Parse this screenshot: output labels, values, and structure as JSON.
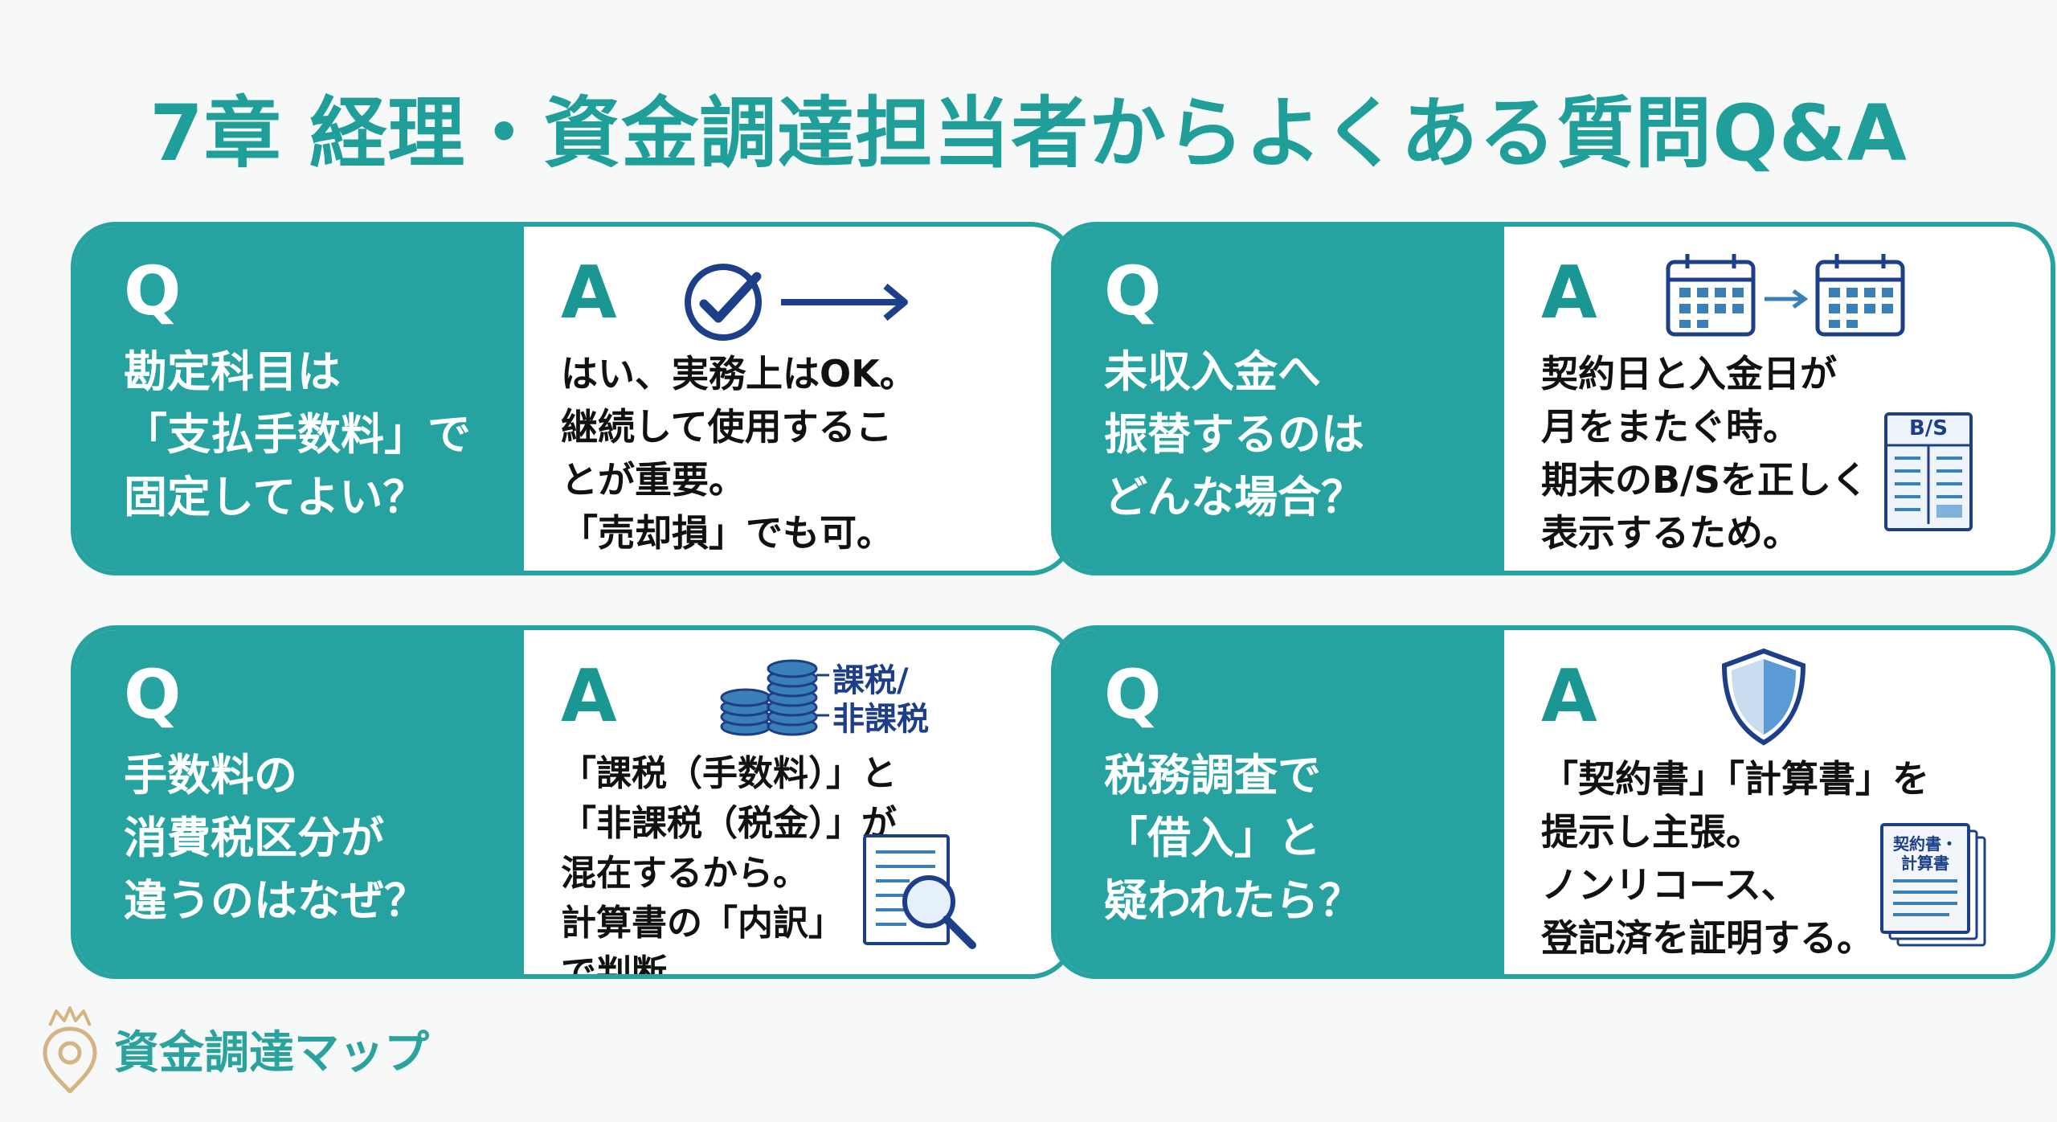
{
  "title": "7章 経理・資金調達担当者からよくある質問Q&A",
  "cards": [
    {
      "q_label": "Q",
      "question": "勘定科目は\n「支払手数料」で\n固定してよい？",
      "a_label": "A",
      "answer": "はい、実務上はOK。\n継続して使用するこ\nとが重要。\n「売却損」でも可。",
      "icon": "checkmark-arrow-icon"
    },
    {
      "q_label": "Q",
      "question": "未収入金へ\n振替するのは\nどんな場合？",
      "a_label": "A",
      "answer": "契約日と入金日が\n月をまたぐ時。\n期末のB/Sを正しく\n表示するため。",
      "icon": "calendar-icon",
      "doc_label": "B/S"
    },
    {
      "q_label": "Q",
      "question": "手数料の\n消費税区分が\n違うのはなぜ？",
      "a_label": "A",
      "answer": "「課税（手数料）」と\n「非課税（税金）」が\n混在するから。\n計算書の「内訳」\nで判断。",
      "icon": "coins-icon",
      "coin_label_1": "課税/",
      "coin_label_2": "非課税"
    },
    {
      "q_label": "Q",
      "question": "税務調査で\n「借入」と\n疑われたら？",
      "a_label": "A",
      "answer": "「契約書」「計算書」を\n提示し主張。\nノンリコース、\n登記済を証明する。",
      "icon": "shield-icon",
      "doc_label_1": "契約書・",
      "doc_label_2": "計算書"
    }
  ],
  "footer": {
    "brand": "資金調達マップ"
  },
  "colors": {
    "teal": "#26a3a0",
    "navy": "#1d3f8a",
    "title": "#1f9e9a"
  }
}
